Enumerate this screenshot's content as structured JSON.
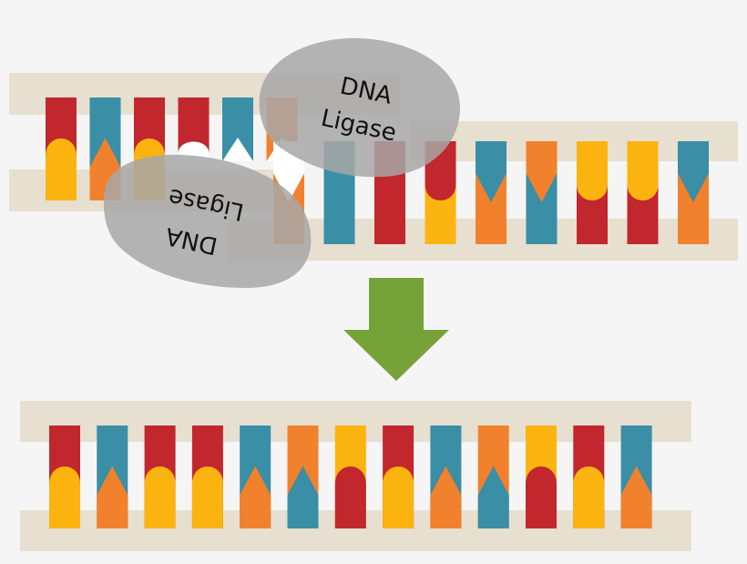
{
  "colors": {
    "background": "#f5f5f5",
    "backbone": "#e7dfcf",
    "red": "#c1272d",
    "teal": "#3a8ea6",
    "yellow": "#fbb40f",
    "orange": "#f1812c",
    "arrow": "#76a23a",
    "enzyme": "#a7a7a7"
  },
  "enzymes": [
    {
      "line1": "DNA",
      "line2": "Ligase",
      "orientation": "upright"
    },
    {
      "line1": "DNA",
      "line2": "Ligase",
      "orientation": "upside-down"
    }
  ],
  "before": {
    "upper_strand": [
      "red",
      "teal",
      "red",
      "red",
      "teal",
      "orange"
    ],
    "upper_strand_right": [
      "red",
      "teal",
      "orange",
      "yellow",
      "yellow",
      "teal"
    ],
    "lower_strand_left": [
      "yellow",
      "orange",
      "yellow",
      "white",
      "white",
      "white"
    ],
    "lower_strand_right": [
      "orange",
      "teal",
      "red",
      "yellow",
      "orange",
      "teal",
      "red",
      "red",
      "orange"
    ]
  },
  "after": {
    "top_bases": [
      "red",
      "teal",
      "red",
      "red",
      "teal",
      "orange",
      "yellow",
      "red",
      "teal",
      "orange",
      "yellow",
      "red",
      "teal"
    ],
    "bottom_bases": [
      "yellow",
      "orange",
      "yellow",
      "yellow",
      "orange",
      "teal",
      "red",
      "yellow",
      "orange",
      "teal",
      "red",
      "yellow",
      "orange"
    ]
  }
}
